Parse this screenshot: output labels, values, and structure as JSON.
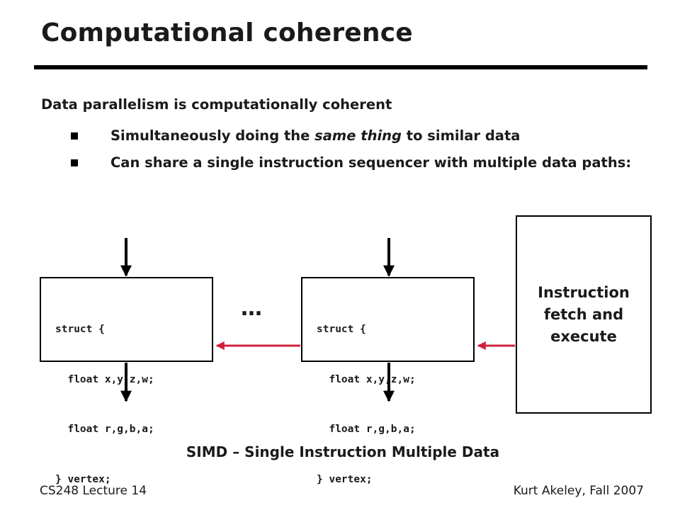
{
  "slide": {
    "title": "Computational coherence",
    "lead": "Data parallelism is computationally coherent",
    "bullets": [
      {
        "before": "Simultaneously doing the ",
        "emphasis": "same thing",
        "after": " to similar data"
      },
      {
        "text": "Can share a single instruction sequencer with multiple data paths:"
      }
    ]
  },
  "diagram": {
    "struct_code": [
      "struct {",
      "  float x,y,z,w;",
      "  float r,g,b,a;",
      "} vertex;"
    ],
    "ellipsis": "…",
    "sequencer_label": "Instruction\nfetch and\nexecute",
    "control_color": "#d0213b"
  },
  "caption": "SIMD – Single Instruction Multiple Data",
  "footer": {
    "left": "CS248 Lecture 14",
    "right": "Kurt Akeley, Fall 2007"
  }
}
